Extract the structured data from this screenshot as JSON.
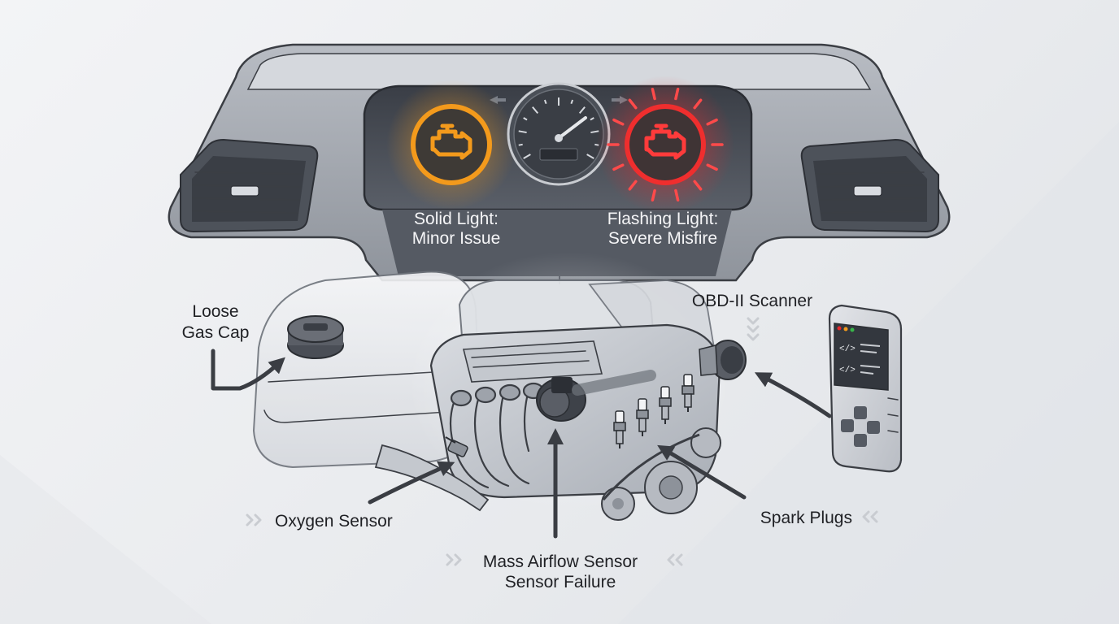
{
  "dashboard": {
    "solid_light": {
      "line1": "Solid Light:",
      "line2": "Minor Issue",
      "color": "#f39a1c"
    },
    "flashing_light": {
      "line1": "Flashing Light:",
      "line2": "Severe Misfire",
      "color": "#e8282b"
    },
    "icons": [
      "check-engine-icon",
      "speedometer-gauge"
    ]
  },
  "callouts": {
    "gas_cap": {
      "line1": "Loose",
      "line2": "Gas Cap"
    },
    "obd_scanner": {
      "label": "OBD-II Scanner",
      "screen_code_1": "</>",
      "screen_code_2": "</>"
    },
    "oxygen_sensor": {
      "label": "Oxygen Sensor"
    },
    "spark_plugs": {
      "label": "Spark Plugs"
    },
    "mass_airflow": {
      "line1": "Mass Airflow Sensor",
      "line2": "Sensor Failure"
    }
  }
}
